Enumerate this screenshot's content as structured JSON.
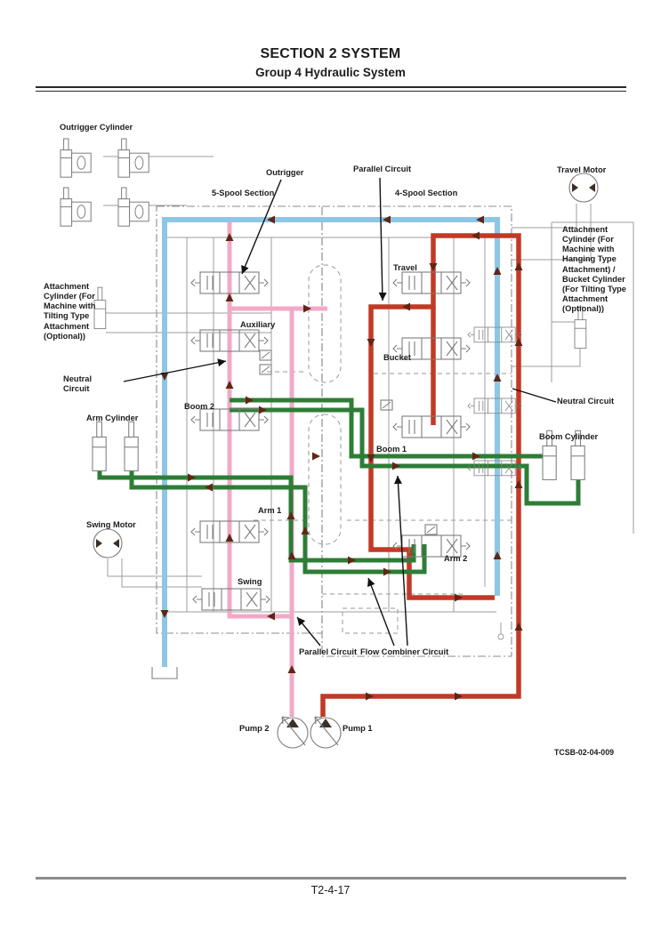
{
  "page": {
    "title": "SECTION 2 SYSTEM",
    "subtitle": "Group 4 Hydraulic System",
    "footer_page": "T2-4-17",
    "figure_code": "TCSB-02-04-009"
  },
  "colors": {
    "neutral_blue": "#8fc6e4",
    "parallel_pink": "#f2a9c7",
    "supply_red": "#c13a27",
    "work_green": "#2e7d36",
    "arrow_dark": "#5f2517"
  },
  "labels": {
    "outrigger_cylinder": "Outrigger Cylinder",
    "five_spool_section": "5-Spool Section",
    "outrigger": "Outrigger",
    "parallel_circuit_top": "Parallel Circuit",
    "four_spool_section": "4-Spool Section",
    "travel_motor": "Travel Motor",
    "attachment_right": "Attachment Cylinder (For Machine with Hanging Type Attachment) / Bucket Cylinder (For Tilting Type Attachment (Optional))",
    "attachment_left": "Attachment Cylinder (For Machine with Tilting Type Attachment (Optional))",
    "travel": "Travel",
    "auxiliary": "Auxiliary",
    "bucket": "Bucket",
    "neutral_circuit_left": "Neutral Circuit",
    "neutral_circuit_right": "Neutral Circuit",
    "boom_2": "Boom 2",
    "arm_cylinder": "Arm Cylinder",
    "boom_1": "Boom 1",
    "boom_cylinder": "Boom Cylinder",
    "arm_1": "Arm 1",
    "swing_motor": "Swing Motor",
    "arm_2": "Arm 2",
    "swing": "Swing",
    "parallel_circuit_bottom": "Parallel Circuit",
    "flow_combiner_circuit": "Flow Combiner Circuit",
    "pump_2": "Pump 2",
    "pump_1": "Pump 1"
  }
}
